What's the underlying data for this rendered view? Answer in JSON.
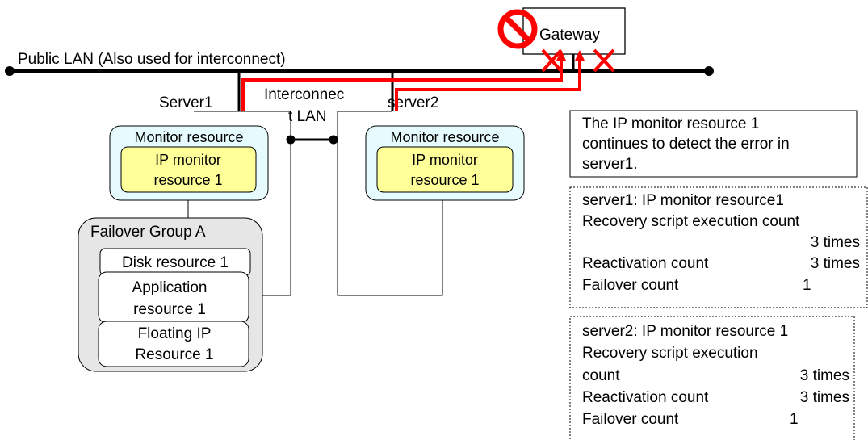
{
  "public_lan": {
    "label": "Public LAN (Also used for interconnect)"
  },
  "gateway": {
    "label": "Gateway",
    "blocked_icon": "prohibited-icon",
    "failure_marks": [
      "X",
      "X"
    ]
  },
  "interconnect_lan": {
    "label_line1": "Interconnec",
    "label_line2": "t LAN"
  },
  "server1": {
    "name": "Server1",
    "monitor_resource": {
      "title": "Monitor resource",
      "item_line1": "IP monitor",
      "item_line2": "resource 1"
    }
  },
  "server2": {
    "name": "server2",
    "monitor_resource": {
      "title": "Monitor resource",
      "item_line1": "IP monitor",
      "item_line2": "resource 1"
    }
  },
  "failover_group": {
    "title": "Failover Group A",
    "resources": [
      {
        "line1": "Disk resource 1"
      },
      {
        "line1": "Application",
        "line2": "resource 1"
      },
      {
        "line1": "Floating IP",
        "line2": "Resource 1"
      }
    ]
  },
  "note": {
    "lines": [
      "The IP monitor resource 1",
      "continues to detect the error in",
      "server1."
    ]
  },
  "server1_status": {
    "title": "server1: IP monitor resource1",
    "recovery_label": "Recovery script execution count",
    "recovery_value": "3 times",
    "reactivation_label": "Reactivation count",
    "reactivation_value": "3 times",
    "failover_label": "Failover count",
    "failover_value": "1"
  },
  "server2_status": {
    "title": "server2: IP monitor resource 1",
    "recovery_label_line1": "Recovery script execution",
    "recovery_label_line2": "count",
    "recovery_value": "3 times",
    "reactivation_label": "Reactivation count",
    "reactivation_value": "3 times",
    "failover_label": "Failover count",
    "failover_value": "1"
  },
  "colors": {
    "error_red": "#ff0000",
    "monitor_box_fill": "#e6fbfd",
    "ip_monitor_fill": "#ffff99",
    "failover_group_fill": "#e6e6e6"
  }
}
